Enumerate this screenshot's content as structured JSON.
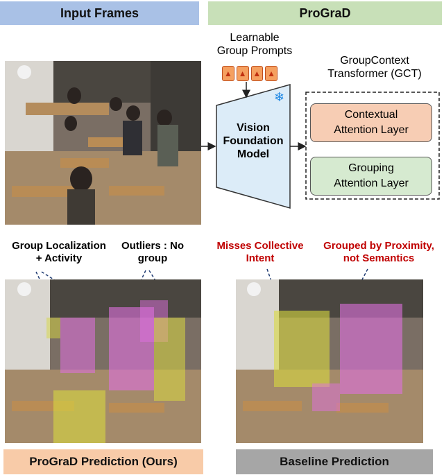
{
  "headers": {
    "input_frames": "Input Frames",
    "prograd": "ProGraD"
  },
  "prompts": {
    "label_line1": "Learnable",
    "label_line2": "Group Prompts"
  },
  "vfm": {
    "line1": "Vision",
    "line2": "Foundation",
    "line3": "Model"
  },
  "gct": {
    "title_line1": "GroupContext",
    "title_line2": "Transformer (GCT)",
    "contextual_line1": "Contextual",
    "contextual_line2": "Attention Layer",
    "grouping_line1": "Grouping",
    "grouping_line2": "Attention Layer"
  },
  "annotations": {
    "group_loc_line1": "Group Localization",
    "group_loc_line2": "+ Activity",
    "outliers_line1": "Outliers : No",
    "outliers_line2": "group",
    "misses_line1": "Misses Collective",
    "misses_line2": "Intent",
    "proximity_line1": "Grouped by Proximity,",
    "proximity_line2": "not Semantics"
  },
  "footers": {
    "prograd_prediction": "ProGraD Prediction (Ours)",
    "baseline_prediction": "Baseline Prediction"
  },
  "colors": {
    "input_banner": "#a9c1e6",
    "prograd_banner": "#c8e0b8",
    "contextual_fill": "#f7cdb4",
    "grouping_fill": "#d6ead0",
    "vfm_fill": "#dcecf8",
    "ours_footer": "#f8cba8",
    "baseline_footer": "#a6a6a6",
    "red_text": "#c00000",
    "arrow_blue": "#1f3b73",
    "group_pink": "#e070e0",
    "group_yellow": "#d8d840"
  }
}
